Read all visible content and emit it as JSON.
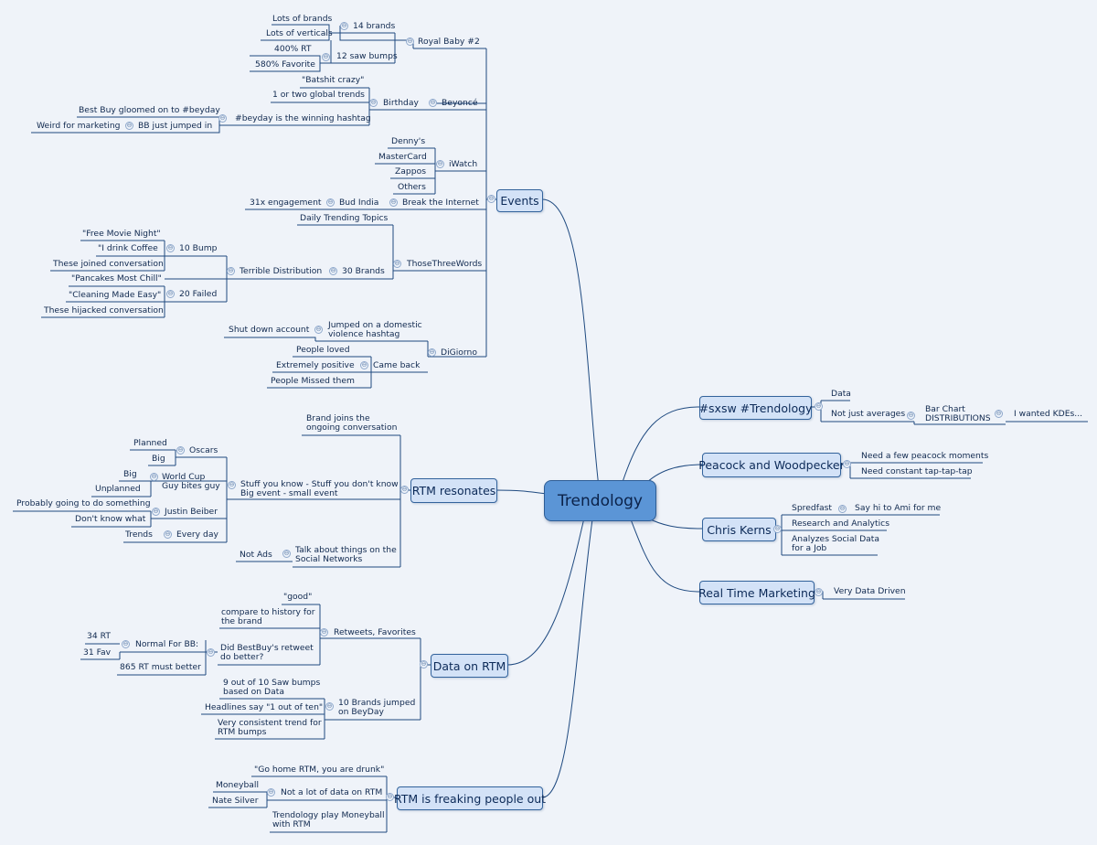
{
  "root": "Trendology",
  "topics": {
    "events": "Events",
    "rtm_resonates": "RTM resonates",
    "data_on_rtm": "Data on RTM",
    "rtm_freaking": "RTM is freaking people out",
    "sxsw": "#sxsw #Trendology",
    "peacock": "Peacock and Woodpecker",
    "chris": "Chris Kerns",
    "realtime": "Real Time Marketing"
  },
  "events": {
    "royal_baby": "Royal Baby #2",
    "brands14": "14 brands",
    "lots_brands": "Lots of brands",
    "lots_verticals": "Lots of verticals",
    "saw12": "12 saw bumps",
    "rt400": "400% RT",
    "fav580": "580% Favorite",
    "beyonce": "Beyoncé",
    "birthday": "Birthday",
    "batshit": "\"Batshit crazy\"",
    "global": "1 or two global trends",
    "beyday": "#beyday is the winning hashtag",
    "bestbuy": "Best Buy gloomed on to #beyday",
    "bb_jumped": "BB just jumped in",
    "weird": "Weird for marketing",
    "iwatch": "iWatch",
    "dennys": "Denny's",
    "mastercard": "MasterCard",
    "zappos": "Zappos",
    "others": "Others",
    "break": "Break the Internet",
    "bud": "Bud India",
    "engagement": "31x engagement",
    "threewords": "ThoseThreeWords",
    "daily": "Daily Trending Topics",
    "brands30": "30 Brands",
    "terrible": "Terrible Distribution",
    "bump10": "10 Bump",
    "movie": "\"Free Movie Night\"",
    "coffee": "\"I drink Coffee",
    "joined": "These joined conversation",
    "failed20": "20 Failed",
    "pancakes": "\"Pancakes Most Chill\"",
    "cleaning": "\"Cleaning Made Easy\"",
    "hijacked": "These hijacked conversation",
    "digiorno": "DiGiorno",
    "jumped_domestic": "Jumped on a domestic\nviolence hashtag",
    "shutdown": "Shut down account",
    "cameback": "Came back",
    "loved": "People loved",
    "positive": "Extremely positive",
    "missed": "People Missed them"
  },
  "resonates": {
    "brand_joins": "Brand joins the\nongoing conversation",
    "stuff": "Stuff you know - Stuff you don't know\nBig event - small event",
    "oscars": "Oscars",
    "planned": "Planned",
    "big1": "Big",
    "worldcup": "World Cup\nGuy bites guy",
    "big2": "Big",
    "unplanned": "Unplanned",
    "bieber": "Justin Beiber",
    "probably": "Probably going to do something",
    "dontknow": "Don't know what",
    "everyday": "Every day",
    "trends": "Trends",
    "talk": "Talk about things on the\nSocial Networks",
    "notads": "Not Ads"
  },
  "data_rtm": {
    "retweets": "Retweets, Favorites",
    "good": "\"good\"",
    "compare": "compare to history for\nthe brand",
    "didbb": "Did BestBuy's retweet\ndo better?",
    "normal": "Normal For BB:",
    "rt34": "34 RT",
    "fav31": "31 Fav",
    "rt865": "865 RT must better",
    "jumped10": "10 Brands jumped\non BeyDay",
    "nine": "9 out of 10 Saw bumps\nbased on Data",
    "headlines": "Headlines say \"1 out of ten\"",
    "consistent": "Very consistent trend for\nRTM bumps"
  },
  "freaking": {
    "gohome": "\"Go home RTM, you are drunk\"",
    "notlot": "Not a lot of data on RTM",
    "moneyball": "Moneyball",
    "nate": "Nate Silver",
    "trendology_play": "Trendology play Moneyball\nwith RTM"
  },
  "sxsw": {
    "data": "Data",
    "averages": "Not just averages",
    "barchart": "Bar Chart\nDISTRIBUTIONS",
    "kdes": "I wanted KDEs..."
  },
  "peacock": {
    "moments": "Need a few peacock moments",
    "taptap": "Need constant tap-tap-tap"
  },
  "chris": {
    "spredfast": "Spredfast",
    "sayhi": "Say hi to Ami for me",
    "research": "Research and Analytics",
    "analyzes": "Analyzes Social Data\nfor a Job"
  },
  "realtime": {
    "datadriven": "Very Data Driven"
  },
  "colors": {
    "background": "#eff3f9",
    "line": "#1f4a80",
    "topic_fill": "#d3e2f7",
    "root_fill": "#5b95d6"
  },
  "collapse_marker": "⊖"
}
